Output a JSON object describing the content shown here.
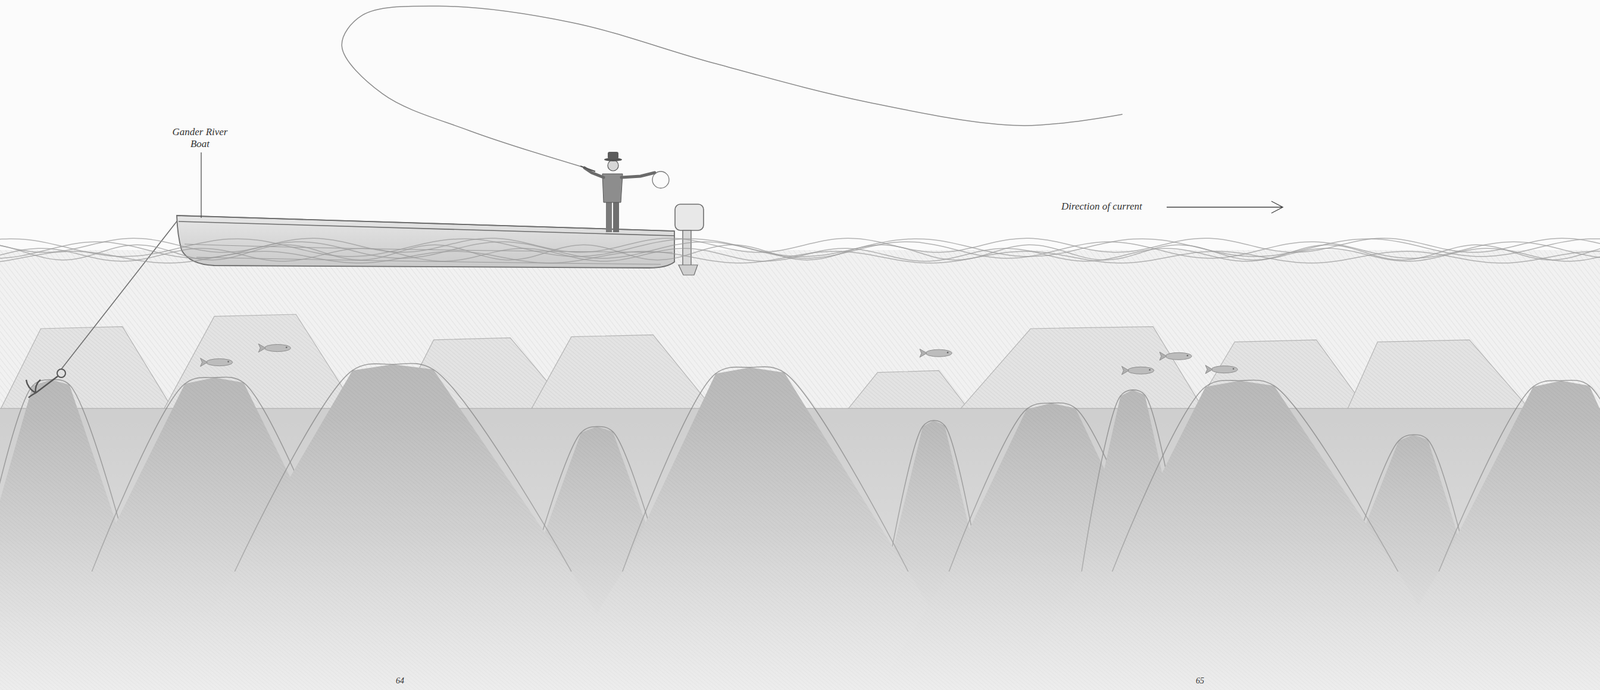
{
  "diagram": {
    "labels": [
      "Gander River Boat",
      "Direction of current",
      "64",
      "65"
    ]
  }
}
